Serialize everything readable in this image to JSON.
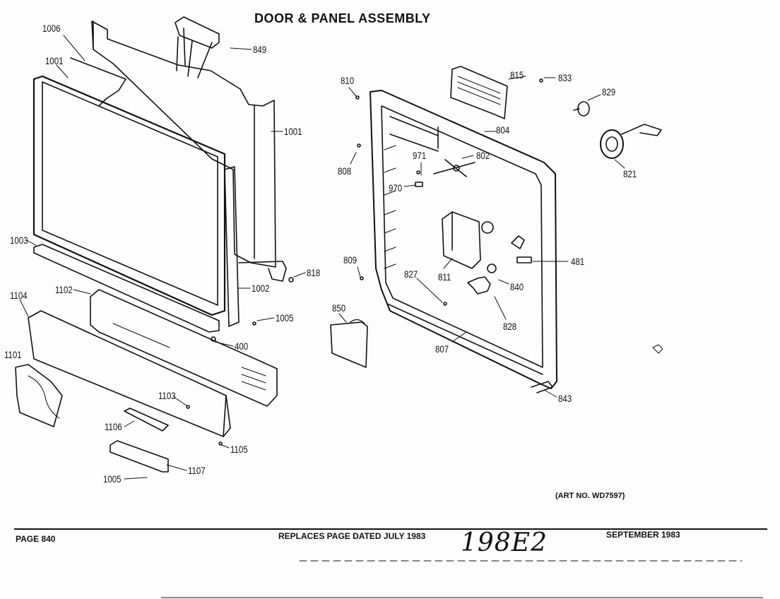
{
  "header": {
    "title": "DOOR & PANEL ASSEMBLY"
  },
  "art_number": "(ART NO. WD7597)",
  "footer": {
    "page": "PAGE 840",
    "replaces": "REPLACES PAGE DATED JULY 1983",
    "handwritten": "198E2",
    "date": "SEPTEMBER 1983"
  },
  "parts": {
    "p1006": "1006",
    "p1001a": "1001",
    "p849": "849",
    "p1001b": "1001",
    "p1003": "1003",
    "p818": "818",
    "p1002": "1002",
    "p1102": "1102",
    "p1104": "1104",
    "p1005a": "1005",
    "p400": "400",
    "p1101": "1101",
    "p1103": "1103",
    "p1106": "1106",
    "p1105": "1105",
    "p1107": "1107",
    "p1005b": "1005",
    "p810": "810",
    "p815": "815",
    "p833": "833",
    "p829": "829",
    "p804": "804",
    "p808": "808",
    "p971": "971",
    "p802": "802",
    "p821": "821",
    "p970": "970",
    "p809": "809",
    "p481": "481",
    "p827": "827",
    "p811": "811",
    "p840": "840",
    "p850": "850",
    "p828": "828",
    "p807": "807",
    "p843": "843"
  }
}
